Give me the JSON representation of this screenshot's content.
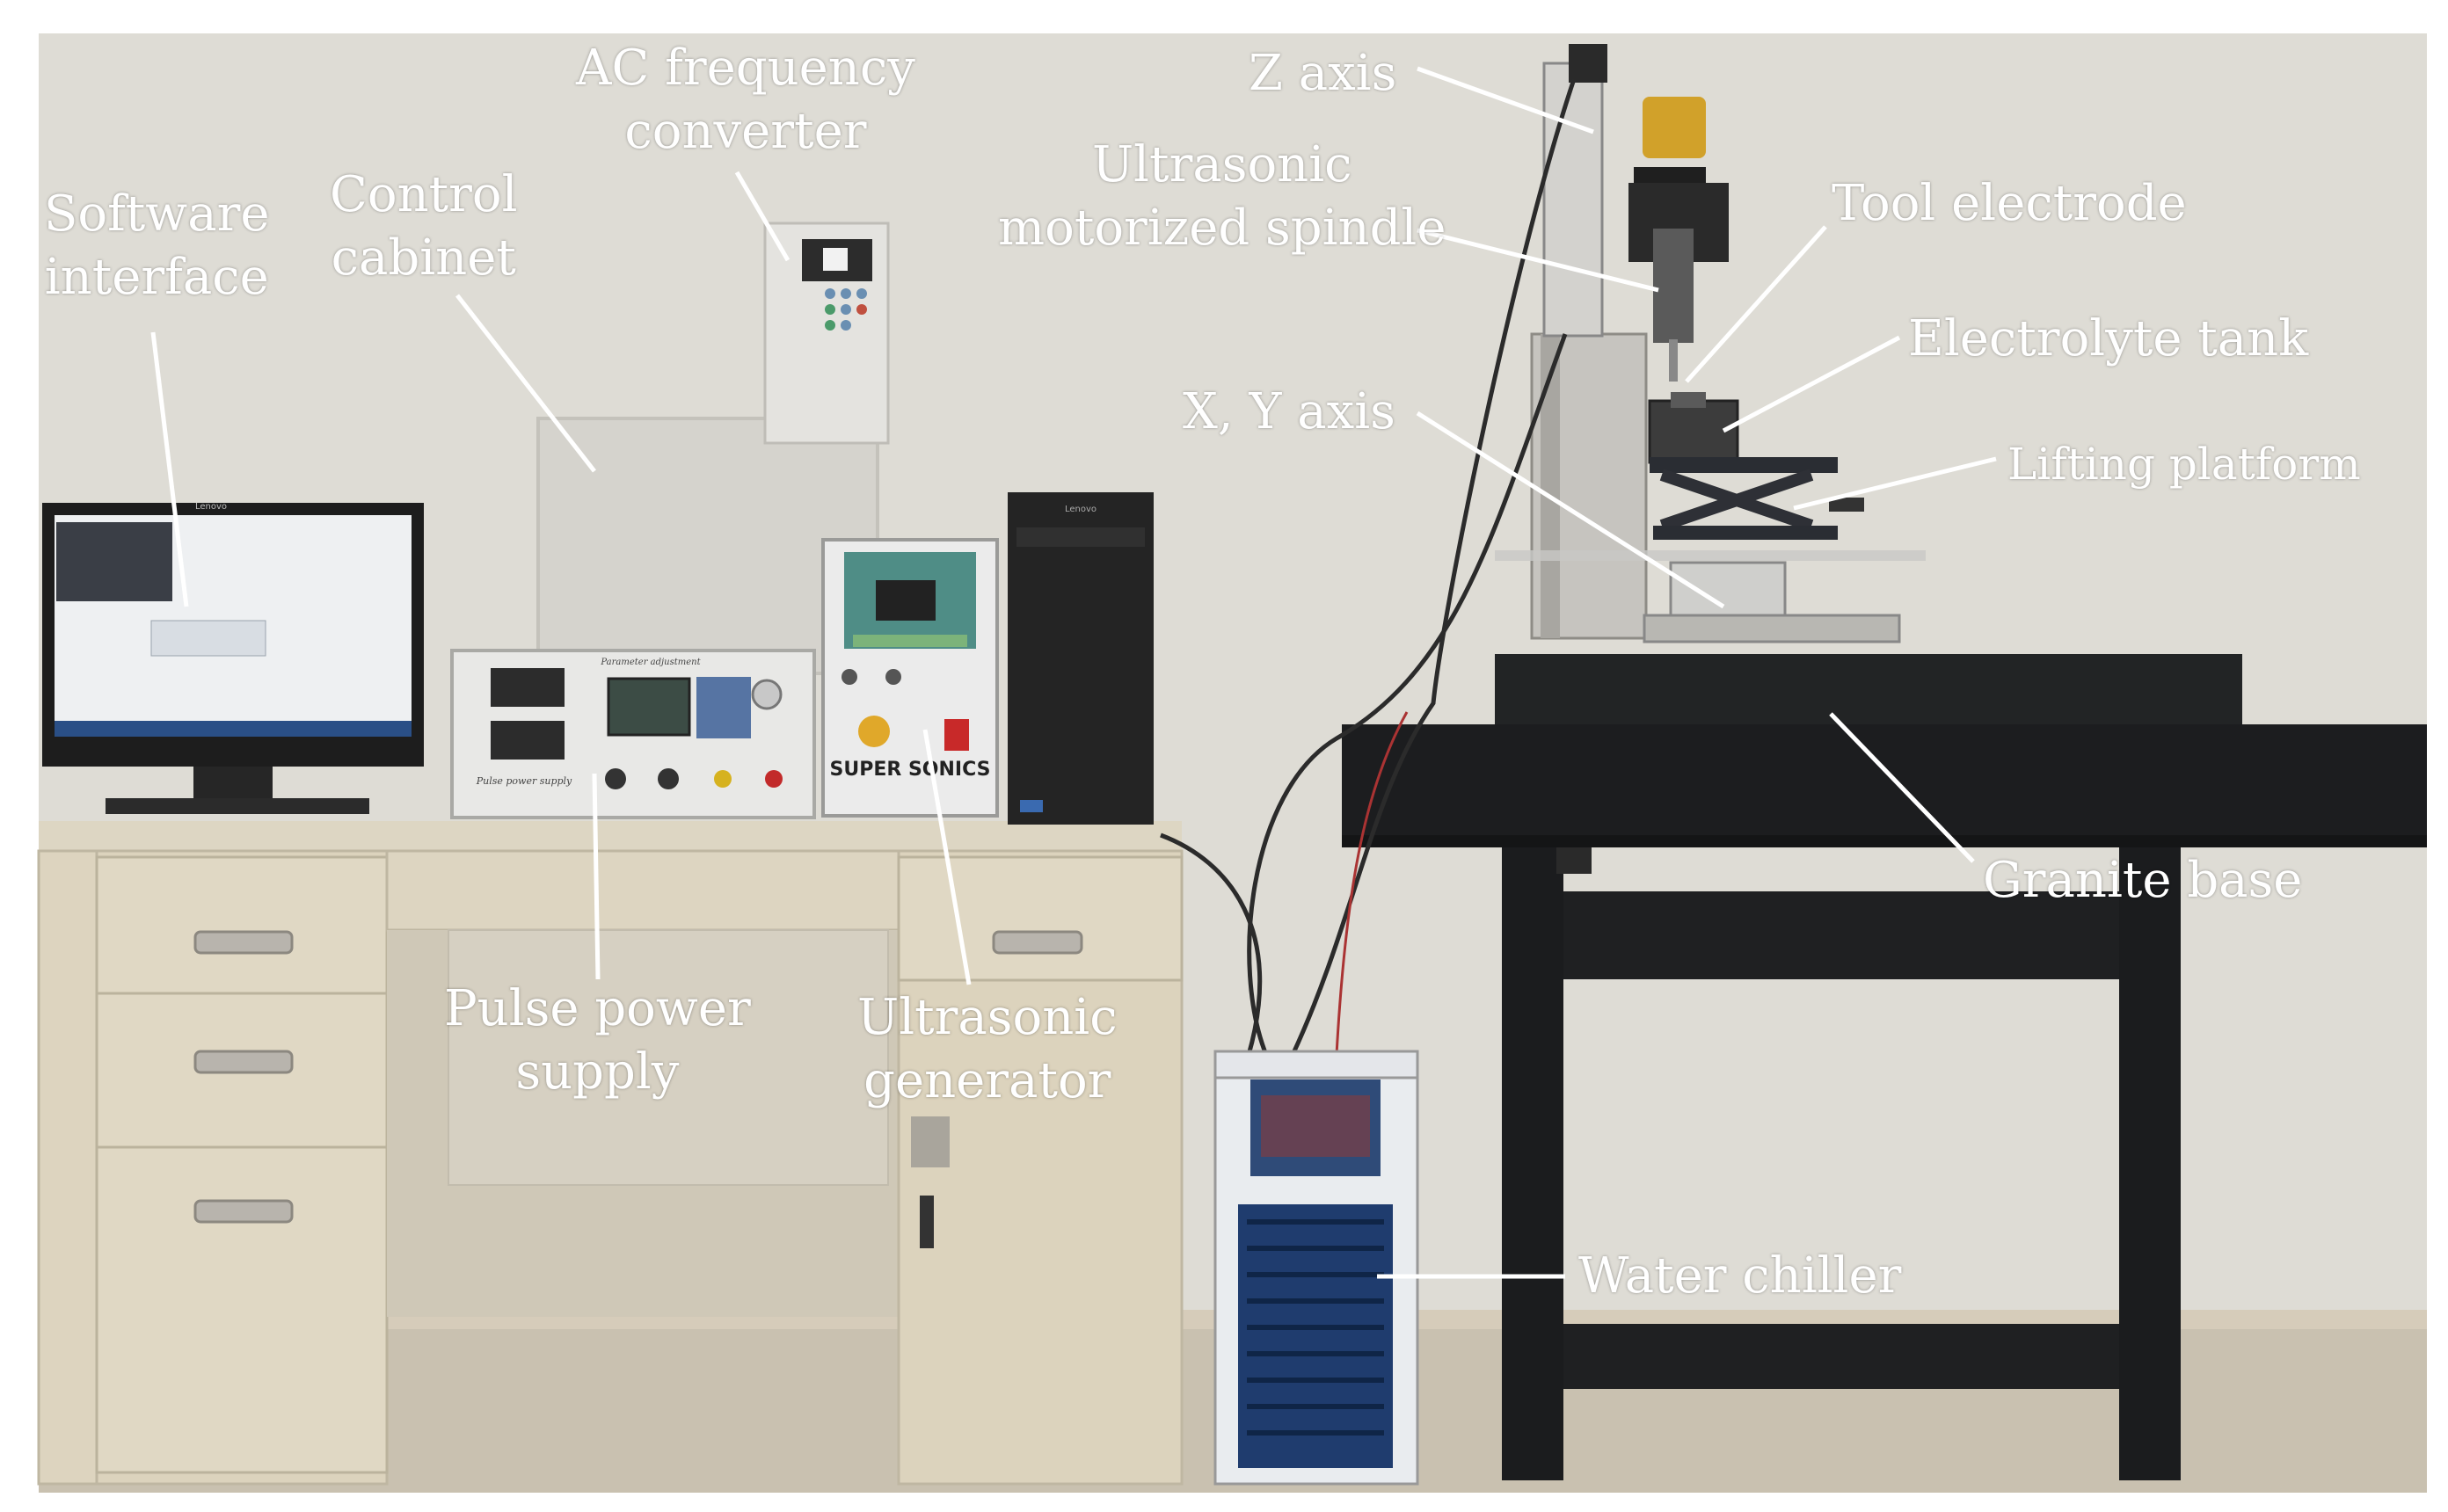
{
  "figure": {
    "labels": {
      "software_interface": [
        "Software",
        "interface"
      ],
      "control_cabinet": [
        "Control",
        "cabinet"
      ],
      "ac_frequency_converter": [
        "AC frequency",
        "converter"
      ],
      "z_axis": "Z axis",
      "ultrasonic_motorized_spindle": [
        "Ultrasonic",
        "motorized spindle"
      ],
      "tool_electrode": "Tool electrode",
      "electrolyte_tank": "Electrolyte tank",
      "xy_axis": "X, Y axis",
      "lifting_platform": "Lifting platform",
      "granite_base": "Granite base",
      "pulse_power_supply": [
        "Pulse power",
        "supply"
      ],
      "ultrasonic_generator": [
        "Ultrasonic",
        "generator"
      ],
      "water_chiller": "Water chiller"
    },
    "device_text": {
      "generator_brand": "SUPER SONICS",
      "pulse_supply_title": "Parameter adjustment",
      "pulse_supply_name": "Pulse power supply",
      "monitor_brand": "Lenovo",
      "pc_brand": "Lenovo"
    }
  }
}
